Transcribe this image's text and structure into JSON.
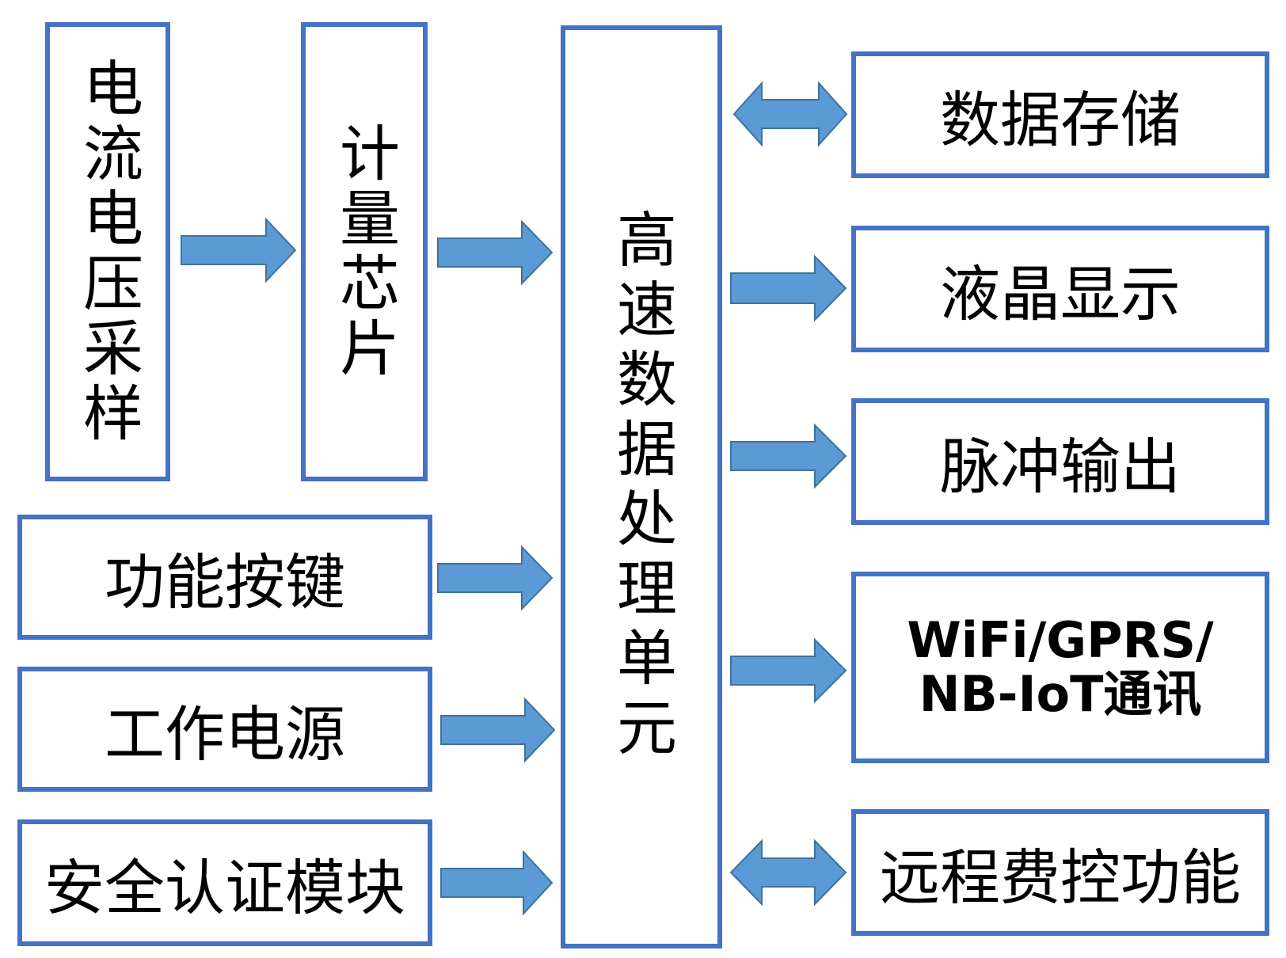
{
  "colors": {
    "border": "#4472C4",
    "arrow_fill": "#5B9BD5",
    "arrow_stroke": "#41719C"
  },
  "inputs": {
    "sampling": "电流电压采样",
    "metering_chip": "计量芯片",
    "function_keys": "功能按键",
    "power_supply": "工作电源",
    "security_module": "安全认证模块"
  },
  "processor": {
    "label": "高速数据处理单元"
  },
  "outputs": {
    "data_storage": "数据存储",
    "lcd_display": "液晶显示",
    "pulse_output": "脉冲输出",
    "comm_line1": "WiFi/GPRS/",
    "comm_line2": "NB-IoT通讯",
    "remote_control": "远程费控功能"
  }
}
